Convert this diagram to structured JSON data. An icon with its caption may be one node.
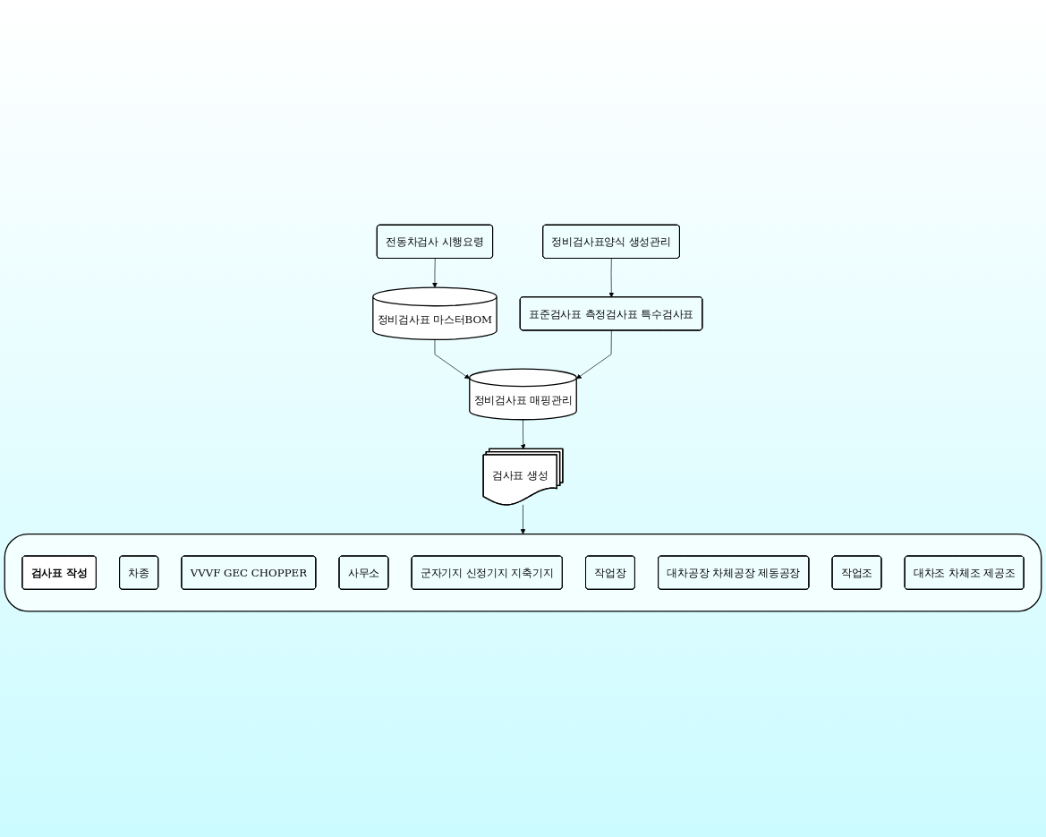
{
  "diagram": {
    "nodes": [
      {
        "text": [
          "전동차검사 시행요령"
        ]
      },
      {
        "text": [
          "정비검사표양식 생성관리"
        ]
      },
      {
        "text": [
          "정비검사표 마스터BOM"
        ]
      },
      {
        "text": [
          "표준검사표 측정검사표 특수검사표"
        ]
      },
      {
        "text": [
          "정비검사표 매핑관리"
        ]
      },
      {
        "text": [
          "검사표 생성"
        ]
      },
      {
        "text": [],
        "shape": "box"
      },
      {
        "text": [
          "검사표 작성"
        ],
        "in": 6
      },
      {
        "text": [
          "차종"
        ],
        "in": 6
      },
      {
        "text": [
          "VVVF GEC CHOPPER"
        ],
        "in": 6
      },
      {
        "text": [
          "사무소"
        ],
        "in": 6
      },
      {
        "text": [
          "군자기지 신정기지 지축기지"
        ],
        "in": 6
      },
      {
        "text": [
          "작업장"
        ],
        "in": 6
      },
      {
        "text": [
          "대차공장 차체공장 제동공장"
        ],
        "in": 6
      },
      {
        "text": [
          "작업조"
        ],
        "in": 6
      },
      {
        "text": [
          "대차조 차체조 제공조"
        ],
        "in": 6
      }
    ],
    "edges": [
      {
        "from": 0,
        "to": 2,
        "arrow": "to"
      },
      {
        "from": 1,
        "to": 3,
        "arrow": "to"
      },
      {
        "from": 2,
        "to": 4,
        "arrow": "to"
      },
      {
        "from": 3,
        "to": 4,
        "arrow": "to"
      },
      {
        "from": 4,
        "to": 5,
        "arrow": "to"
      },
      {
        "from": 5,
        "to": 6,
        "arrow": "to"
      }
    ]
  }
}
